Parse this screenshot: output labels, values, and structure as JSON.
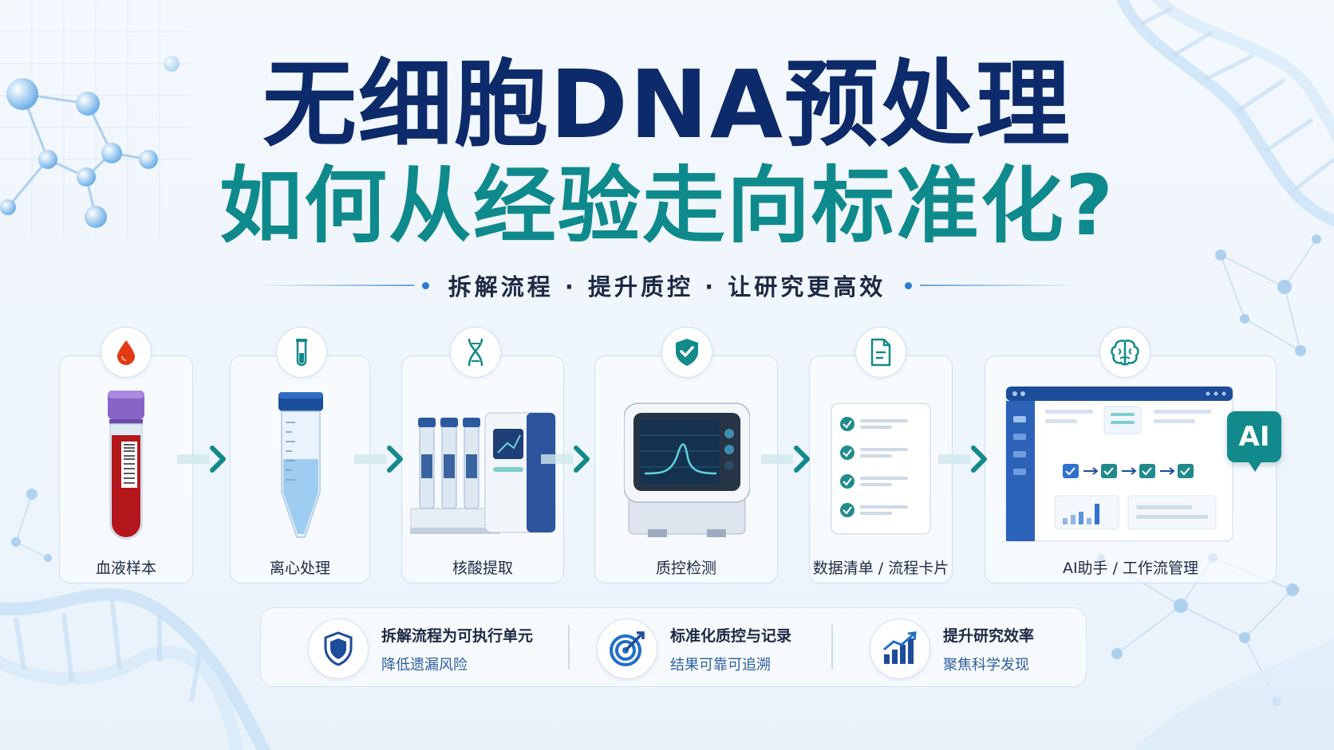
{
  "header": {
    "title_line1": "无细胞DNA预处理",
    "title_line2": "如何从经验走向标准化?",
    "subtitle": "拆解流程 · 提升质控 · 让研究更高效"
  },
  "steps": [
    {
      "label": "血液样本",
      "icon": "blood-drop-icon"
    },
    {
      "label": "离心处理",
      "icon": "test-tube-icon"
    },
    {
      "label": "核酸提取",
      "icon": "dna-icon"
    },
    {
      "label": "质控检测",
      "icon": "shield-check-icon"
    },
    {
      "label": "数据清单 / 流程卡片",
      "icon": "document-icon"
    },
    {
      "label": "AI助手 / 工作流管理",
      "icon": "brain-icon"
    }
  ],
  "ai_badge": "AI",
  "features": [
    {
      "title": "拆解流程为可执行单元",
      "desc": "降低遗漏风险",
      "icon": "shield-icon"
    },
    {
      "title": "标准化质控与记录",
      "desc": "结果可靠可追溯",
      "icon": "target-icon"
    },
    {
      "title": "提升研究效率",
      "desc": "聚焦科学发现",
      "icon": "growth-chart-icon"
    }
  ],
  "colors": {
    "navy": "#0d2a6b",
    "teal": "#0f8a8c",
    "blue": "#2a79d6",
    "blood": "#b3171c"
  }
}
